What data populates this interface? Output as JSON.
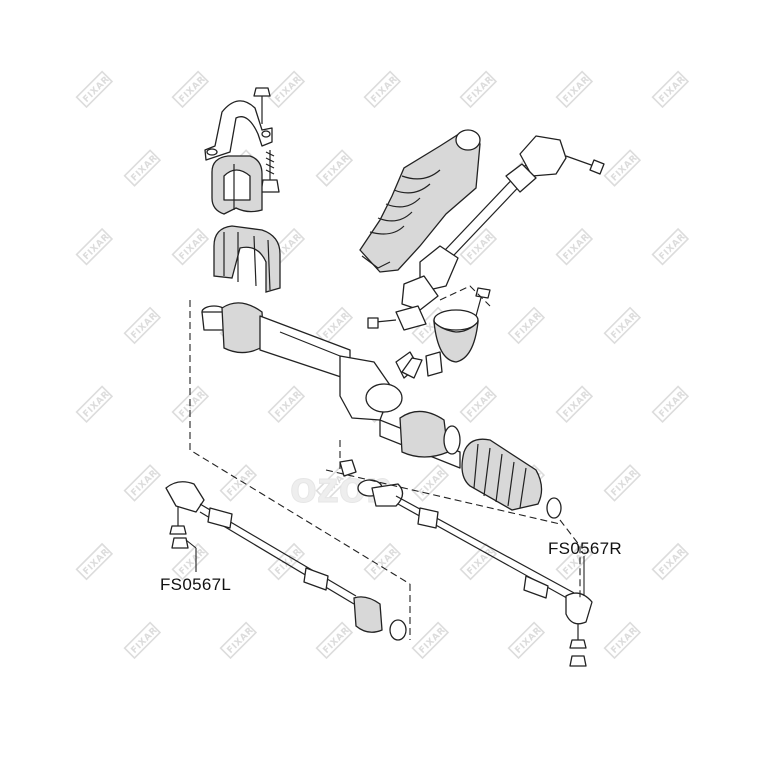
{
  "watermark": {
    "text": "FIXAR",
    "color": "#dcdcdc"
  },
  "center_logo": {
    "text": "ozon"
  },
  "labels": {
    "left_part": "FS0567L",
    "right_part": "FS0567R"
  },
  "colors": {
    "line": "#222222",
    "background": "#ffffff"
  }
}
